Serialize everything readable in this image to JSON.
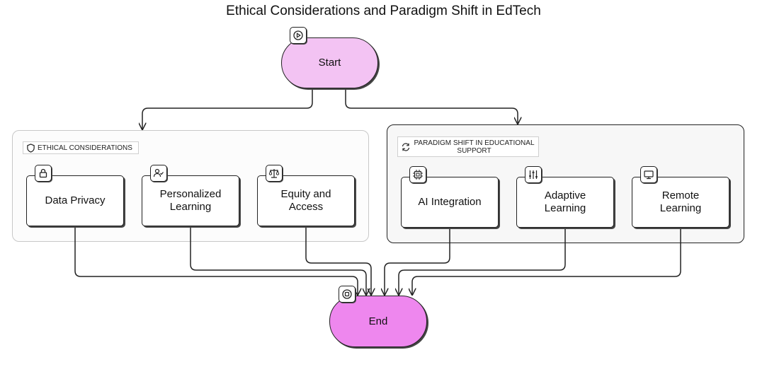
{
  "title": "Ethical Considerations and Paradigm Shift in EdTech",
  "colors": {
    "start_fill": "#f3c3f3",
    "end_fill": "#ee87ee",
    "stroke": "#222222"
  },
  "nodes": {
    "start": {
      "label": "Start",
      "icon": "play-icon"
    },
    "end": {
      "label": "End",
      "icon": "stop-icon"
    },
    "data_privacy": {
      "label": "Data Privacy",
      "icon": "lock-icon"
    },
    "personalized_learning": {
      "label": "Personalized Learning",
      "icon": "user-check-icon"
    },
    "equity_access": {
      "label": "Equity and Access",
      "icon": "scale-icon"
    },
    "ai_integration": {
      "label": "AI Integration",
      "icon": "cpu-icon"
    },
    "adaptive_learning": {
      "label": "Adaptive Learning",
      "icon": "sliders-icon"
    },
    "remote_learning": {
      "label": "Remote Learning",
      "icon": "monitor-icon"
    }
  },
  "groups": {
    "ethical": {
      "label": "ETHICAL CONSIDERATIONS",
      "icon": "shield-icon"
    },
    "paradigm": {
      "label": "PARADIGM SHIFT IN EDUCATIONAL SUPPORT",
      "icon": "refresh-icon"
    }
  }
}
